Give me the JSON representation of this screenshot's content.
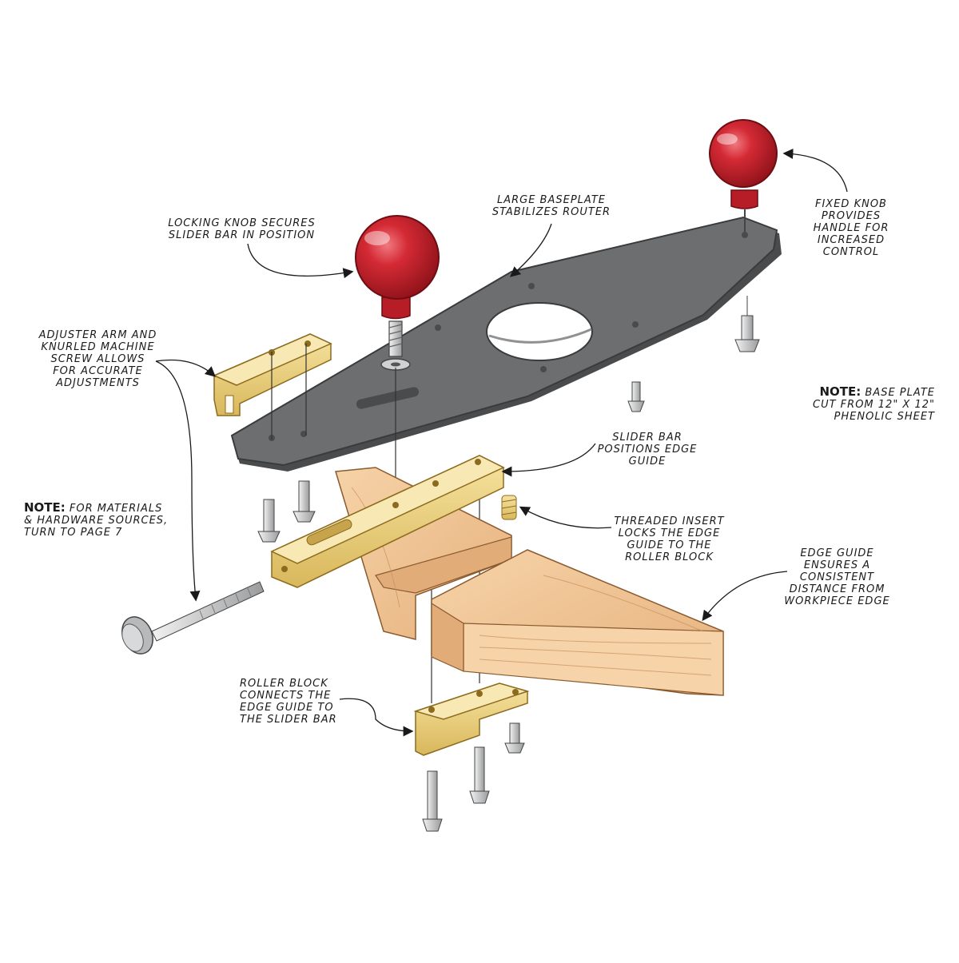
{
  "labels": {
    "baseplate": "LARGE BASEPLATE\nSTABILIZES ROUTER",
    "locking_knob": "LOCKING KNOB SECURES\nSLIDER BAR IN POSITION",
    "fixed_knob": "FIXED KNOB\nPROVIDES\nHANDLE FOR\nINCREASED\nCONTROL",
    "adjuster_arm": "ADJUSTER ARM AND\nKNURLED MACHINE\nSCREW ALLOWS\nFOR ACCURATE\nADJUSTMENTS",
    "slider_bar": "SLIDER BAR\nPOSITIONS EDGE\nGUIDE",
    "threaded_insert": "THREADED INSERT\nLOCKS THE EDGE\nGUIDE TO THE\nROLLER BLOCK",
    "edge_guide": "EDGE GUIDE\nENSURES A\nCONSISTENT\nDISTANCE FROM\nWORKPIECE EDGE",
    "roller_block": "ROLLER BLOCK\nCONNECTS THE\nEDGE GUIDE TO\nTHE SLIDER BAR"
  },
  "notes": {
    "baseplate_note": {
      "head": "NOTE:",
      "body": " BASE PLATE\nCUT FROM 12\" X 12\"\nPHENOLIC SHEET"
    },
    "materials_note": {
      "head": "NOTE:",
      "body": " FOR MATERIALS\n& HARDWARE SOURCES,\nTURN TO PAGE 7"
    }
  },
  "colors": {
    "baseplate": "#6d6e70",
    "baseplate_edge": "#4a4b4d",
    "knob": "#d42a35",
    "brass": "#e8cf7a",
    "wood": "#f0c798",
    "wood_dark": "#dca472",
    "steel": "#c9cacc"
  }
}
